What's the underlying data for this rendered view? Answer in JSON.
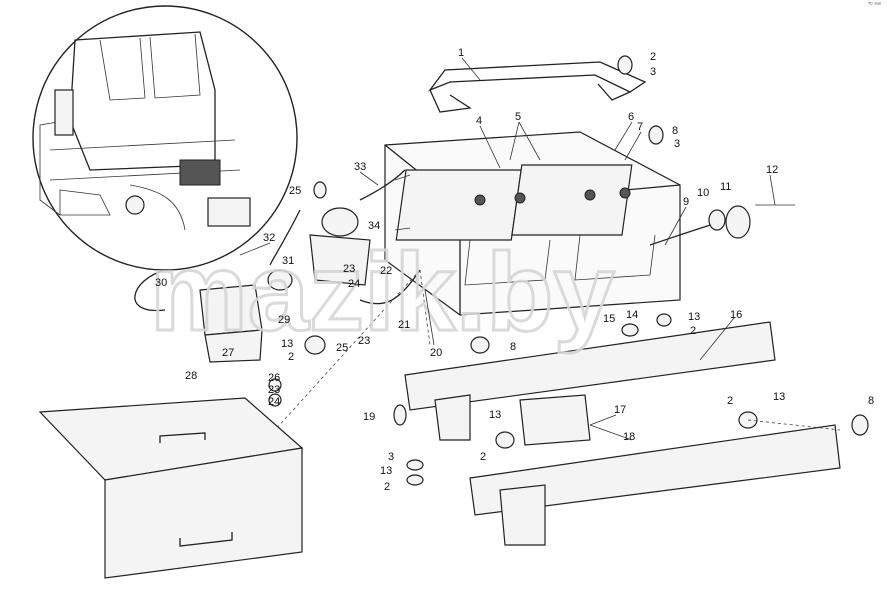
{
  "corner_mark": "*ᵖ ᵃᵃᵃ",
  "watermark": "mazik.by",
  "callouts": [
    {
      "id": "c1",
      "text": "1"
    },
    {
      "id": "c2a",
      "text": "2"
    },
    {
      "id": "c3a",
      "text": "3"
    },
    {
      "id": "c4",
      "text": "4"
    },
    {
      "id": "c5",
      "text": "5"
    },
    {
      "id": "c6",
      "text": "6"
    },
    {
      "id": "c7",
      "text": "7"
    },
    {
      "id": "c8a",
      "text": "8"
    },
    {
      "id": "c3b",
      "text": "3"
    },
    {
      "id": "c12",
      "text": "12"
    },
    {
      "id": "c11",
      "text": "11"
    },
    {
      "id": "c10",
      "text": "10"
    },
    {
      "id": "c9",
      "text": "9"
    },
    {
      "id": "c33",
      "text": "33"
    },
    {
      "id": "c25a",
      "text": "25"
    },
    {
      "id": "c34",
      "text": "34"
    },
    {
      "id": "c32",
      "text": "32"
    },
    {
      "id": "c31",
      "text": "31"
    },
    {
      "id": "c30",
      "text": "30"
    },
    {
      "id": "c23a",
      "text": "23"
    },
    {
      "id": "c22",
      "text": "22"
    },
    {
      "id": "c24a",
      "text": "24"
    },
    {
      "id": "c29",
      "text": "29"
    },
    {
      "id": "c21",
      "text": "21"
    },
    {
      "id": "c23b",
      "text": "23"
    },
    {
      "id": "c25b",
      "text": "25"
    },
    {
      "id": "c13a",
      "text": "13"
    },
    {
      "id": "c2b",
      "text": "2"
    },
    {
      "id": "c27",
      "text": "27"
    },
    {
      "id": "c28",
      "text": "28"
    },
    {
      "id": "c20",
      "text": "20"
    },
    {
      "id": "c8b",
      "text": "8"
    },
    {
      "id": "c15",
      "text": "15"
    },
    {
      "id": "c14",
      "text": "14"
    },
    {
      "id": "c13b",
      "text": "13"
    },
    {
      "id": "c2c",
      "text": "2"
    },
    {
      "id": "c16",
      "text": "16"
    },
    {
      "id": "c26",
      "text": "26"
    },
    {
      "id": "c23c",
      "text": "23"
    },
    {
      "id": "c24b",
      "text": "24"
    },
    {
      "id": "c19",
      "text": "19"
    },
    {
      "id": "c13c",
      "text": "13"
    },
    {
      "id": "c2d",
      "text": "2"
    },
    {
      "id": "c17",
      "text": "17"
    },
    {
      "id": "c3c",
      "text": "3"
    },
    {
      "id": "c13d",
      "text": "13"
    },
    {
      "id": "c2e",
      "text": "2"
    },
    {
      "id": "c18",
      "text": "18"
    },
    {
      "id": "c2f",
      "text": "2"
    },
    {
      "id": "c13e",
      "text": "13"
    },
    {
      "id": "c8c",
      "text": "8"
    }
  ]
}
